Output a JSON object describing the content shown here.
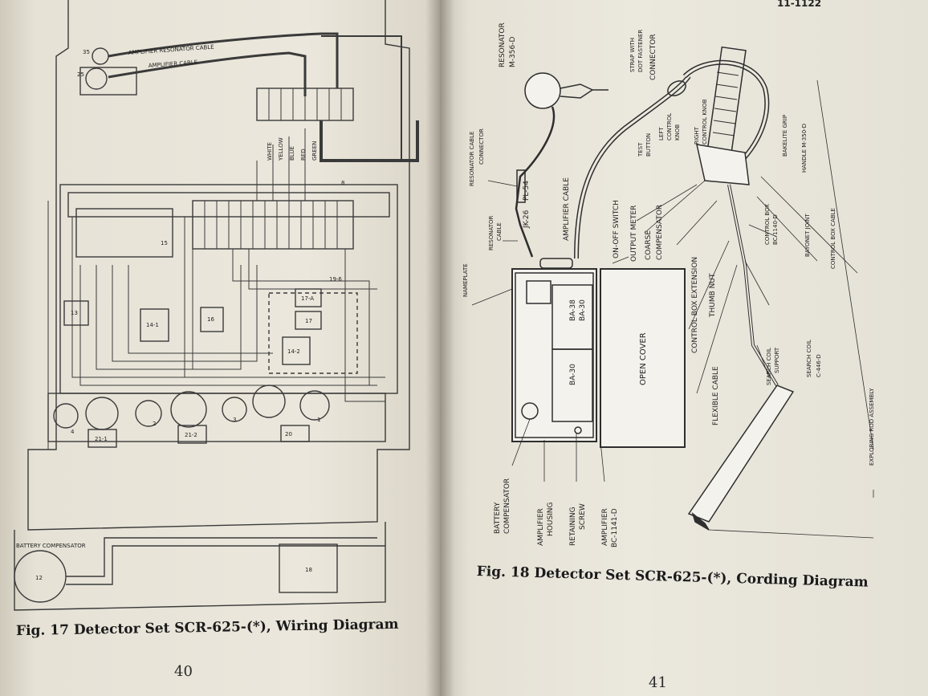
{
  "left_page": {
    "caption": "Fig. 17 Detector Set SCR-625-(*), Wiring Diagram",
    "page_number": "40",
    "labels": {
      "amplifier_resonator_cable": "AMPLIFIER RESONATOR CABLE",
      "amplifier_cable": "AMPLIFIER CABLE",
      "battery_compensator": "BATTERY COMPENSATOR",
      "conn_35": "35",
      "conn_25": "25",
      "white": "WHITE",
      "yellow": "YELLOW",
      "blue": "BLUE",
      "red": "RED",
      "green": "GREEN",
      "c13": "13",
      "c14": "14-1",
      "c15": "15",
      "c16": "16",
      "c17a": "17-A",
      "c17": "17",
      "c142": "14-2",
      "c20": "20",
      "c211": "21-1",
      "c212": "21-2",
      "c12": "12",
      "c18": "18",
      "c196": "19-6",
      "c8": "8",
      "t1": "1",
      "t2": "2",
      "t3": "3",
      "t4": "4"
    }
  },
  "right_page": {
    "header_number": "11-1122",
    "caption": "Fig. 18 Detector Set SCR-625-(*), Cording Diagram",
    "page_number": "41",
    "labels": {
      "resonator": "RESONATOR",
      "resonator_id": "M-356-D",
      "strap": "STRAP WITH",
      "strap2": "DOT FASTENER",
      "connector": "CONNECTOR",
      "resonator_cable_connector": "RESONATOR CABLE",
      "resonator_cable_connector2": "CONNECTOR",
      "jk26": "JK-26",
      "pl54": "PL-54",
      "amplifier_cable": "AMPLIFIER CABLE",
      "resonator_cable": "RESONATOR",
      "resonator_cable2": "CABLE",
      "test_button": "TEST",
      "test_button2": "BUTTON",
      "left_control_knob": "LEFT",
      "left_control_knob2": "CONTROL",
      "left_control_knob3": "KNOB",
      "right_control_knob": "RIGHT",
      "right_control_knob2": "CONTROL KNOB",
      "bakelite_grip": "BAKELITE GRIP",
      "handle": "HANDLE M-350-D",
      "on_off_switch": "ON-OFF SWITCH",
      "output_meter": "OUTPUT METER",
      "coarse": "COARSE",
      "compensator": "COMPENSATOR",
      "control_box": "CONTROL BOX",
      "control_box_id": "BC-1140-D",
      "bayonet_joint": "BAYONET JOINT",
      "control_box_cable": "CONTROL BOX CABLE",
      "nameplate": "NAMEPLATE",
      "control_box_extension": "CONTROL BOX EXTENSION",
      "thumb_nut": "THUMB NUT",
      "open_cover": "OPEN COVER",
      "ba38": "BA-38",
      "ba30a": "BA-30",
      "ba30b": "BA-30",
      "flexible_cable": "FLEXIBLE CABLE",
      "search_coil_support": "SEARCH COIL",
      "search_coil_support2": "SUPPORT",
      "search_coil": "SEARCH COIL",
      "search_coil_id": "C-446-D",
      "exploring_rod": "EXPLORING ROD ASSEMBLY",
      "battery_comp": "BATTERY",
      "battery_comp2": "COMPENSATOR",
      "amplifier_housing": "AMPLIFIER",
      "amplifier_housing2": "HOUSING",
      "retaining_screw": "RETAINING",
      "retaining_screw2": "SCREW",
      "amplifier_id": "AMPLIFIER",
      "amplifier_id2": "BC-1141-D"
    }
  }
}
